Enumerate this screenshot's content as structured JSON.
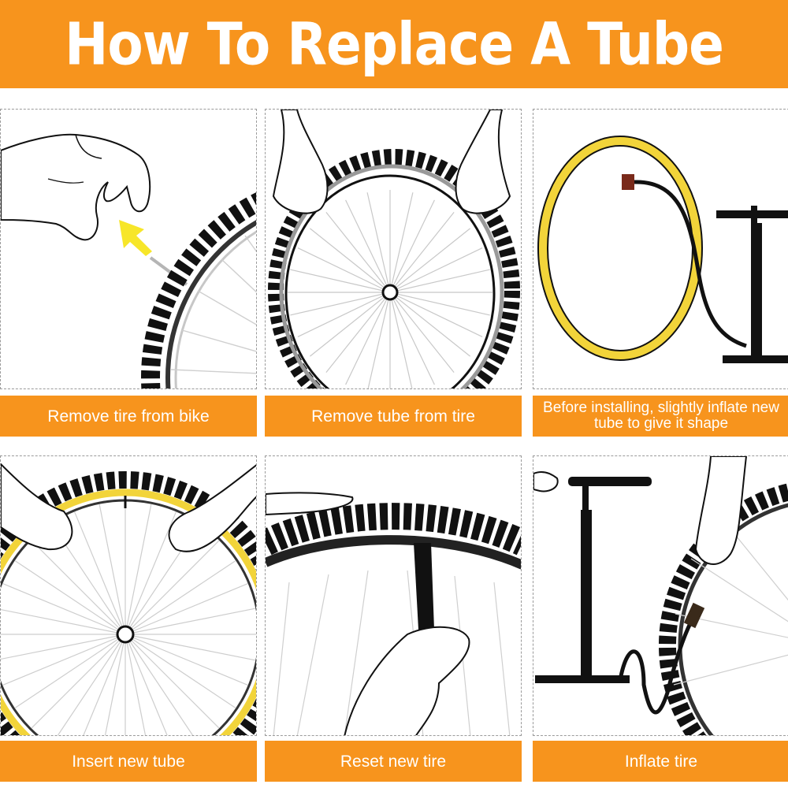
{
  "title": "How To Replace A Tube",
  "steps": [
    {
      "caption": "Remove tire from bike"
    },
    {
      "caption": "Remove tube from tire"
    },
    {
      "caption": "Before installing, slightly inflate new tube to give it shape"
    },
    {
      "caption": "Insert new tube"
    },
    {
      "caption": "Reset new tire"
    },
    {
      "caption": "Inflate tire"
    }
  ],
  "colors": {
    "accent": "#f7941d",
    "tube": "#f2d43a",
    "arrow": "#f7e629",
    "ink": "#111111"
  }
}
